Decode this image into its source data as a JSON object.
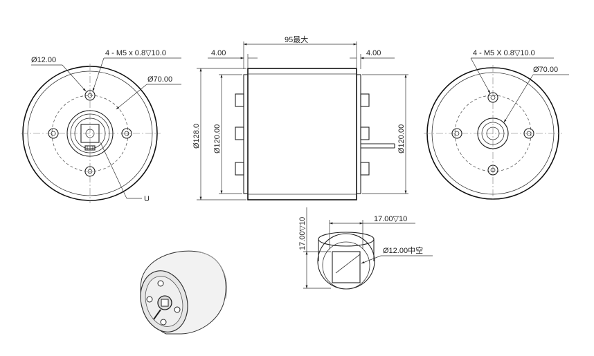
{
  "left_view": {
    "label_dia12": "Ø12.00",
    "label_thread": "4 - M5 x 0.8▽10.0",
    "label_dia70": "Ø70.00",
    "label_u": "U"
  },
  "side_view": {
    "label_length": "95最大",
    "label_left_4": "4.00",
    "label_right_4": "4.00",
    "label_dia128": "Ø128.0",
    "label_dia120_left": "Ø120.00",
    "label_dia120_right": "Ø120.00"
  },
  "right_view": {
    "label_thread": "4 - M5 X 0.8▽10.0",
    "label_dia70": "Ø70.00"
  },
  "detail_view": {
    "label_width": "17.00▽10",
    "label_height": "17.00▽10",
    "label_bore": "Ø12.00中空"
  }
}
